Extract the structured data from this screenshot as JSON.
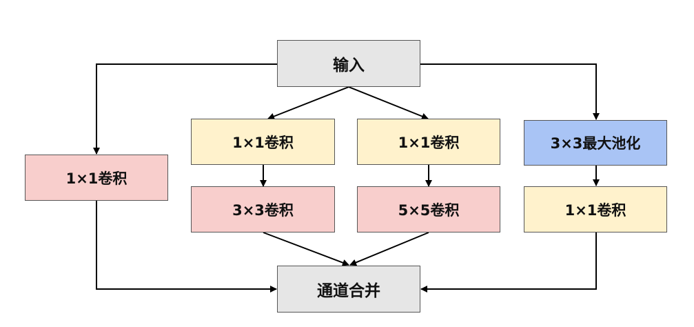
{
  "colors": {
    "gray": "#e6e6e6",
    "yellow": "#fff2cc",
    "pink": "#f8cecc",
    "blue": "#a9c4f5",
    "border": "#555555",
    "arrow": "#000000"
  },
  "nodes": {
    "input": "输入",
    "left_conv1x1": "1×1卷积",
    "mid_conv1x1_a": "1×1卷积",
    "mid_conv3x3": "3×3卷积",
    "mid_conv1x1_b": "1×1卷积",
    "mid_conv5x5": "5×5卷积",
    "maxpool3x3": "3×3最大池化",
    "right_conv1x1": "1×1卷积",
    "concat": "通道合并"
  }
}
